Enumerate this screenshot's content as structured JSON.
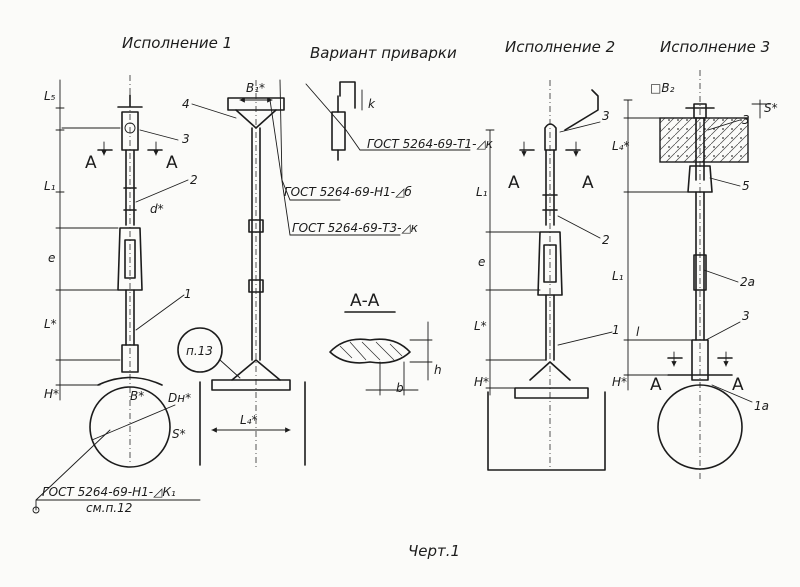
{
  "titles": {
    "variant1": "Исполнение 1",
    "welding": "Вариант приварки",
    "variant2": "Исполнение 2",
    "variant3": "Исполнение 3",
    "section": "А-А",
    "figure": "Черт.1"
  },
  "weld_notes": {
    "h1_delta_b": "ГОСТ 5264-69-Н1-◿б",
    "t3_delta_k": "ГОСТ 5264-69-Т3-◿к",
    "t1_delta_k": "ГОСТ 5264-69-Т1-◿к",
    "h1_delta_k1": "ГОСТ 5264-69-Н1-◿К₁",
    "see_clause": "см.п.12"
  },
  "callouts": {
    "n1": "1",
    "n1a": "1а",
    "n2": "2",
    "n2a": "2а",
    "n3": "3",
    "n4": "4",
    "n5": "5",
    "clause13": "п.13"
  },
  "dimensions": {
    "L_star": "L*",
    "L1": "L₁",
    "L4_star": "L₄*",
    "L5": "L₅",
    "H_star": "H*",
    "B_star": "B*",
    "B1_star": "B₁*",
    "B2": "□B₂",
    "Dn_star": "Dн*",
    "S_star": "S*",
    "d_star": "d*",
    "e": "e",
    "k": "k",
    "l": "l",
    "b": "b",
    "h": "h",
    "sec_A": "А"
  }
}
